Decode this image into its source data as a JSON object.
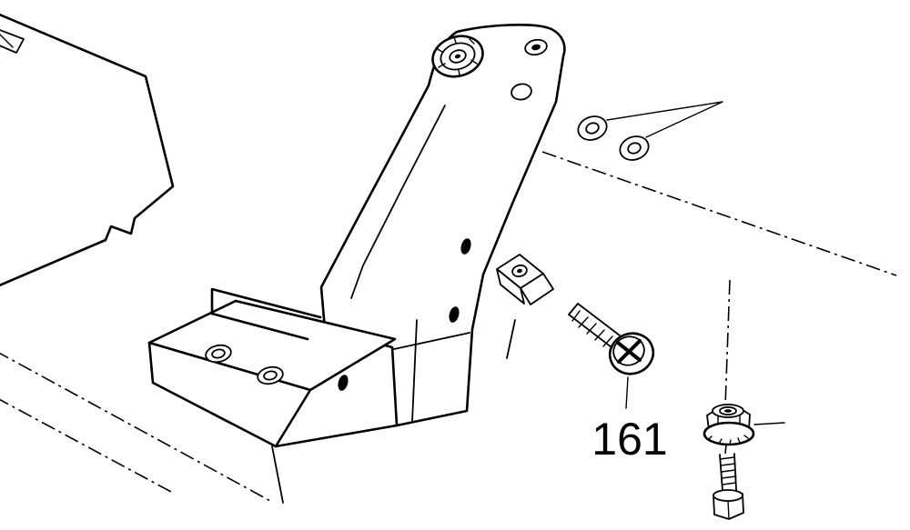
{
  "page": {
    "background": "#ffffff",
    "line_color": "#000000"
  },
  "diagram": {
    "part_label": "161",
    "part_names": [
      "machine-body",
      "mounting-bracket",
      "top-flange-nut",
      "small-washer-1",
      "small-washer-2",
      "clamp-plate",
      "phillips-pan-head-screw",
      "bottom-flange-nut",
      "bottom-hex-screw"
    ]
  }
}
